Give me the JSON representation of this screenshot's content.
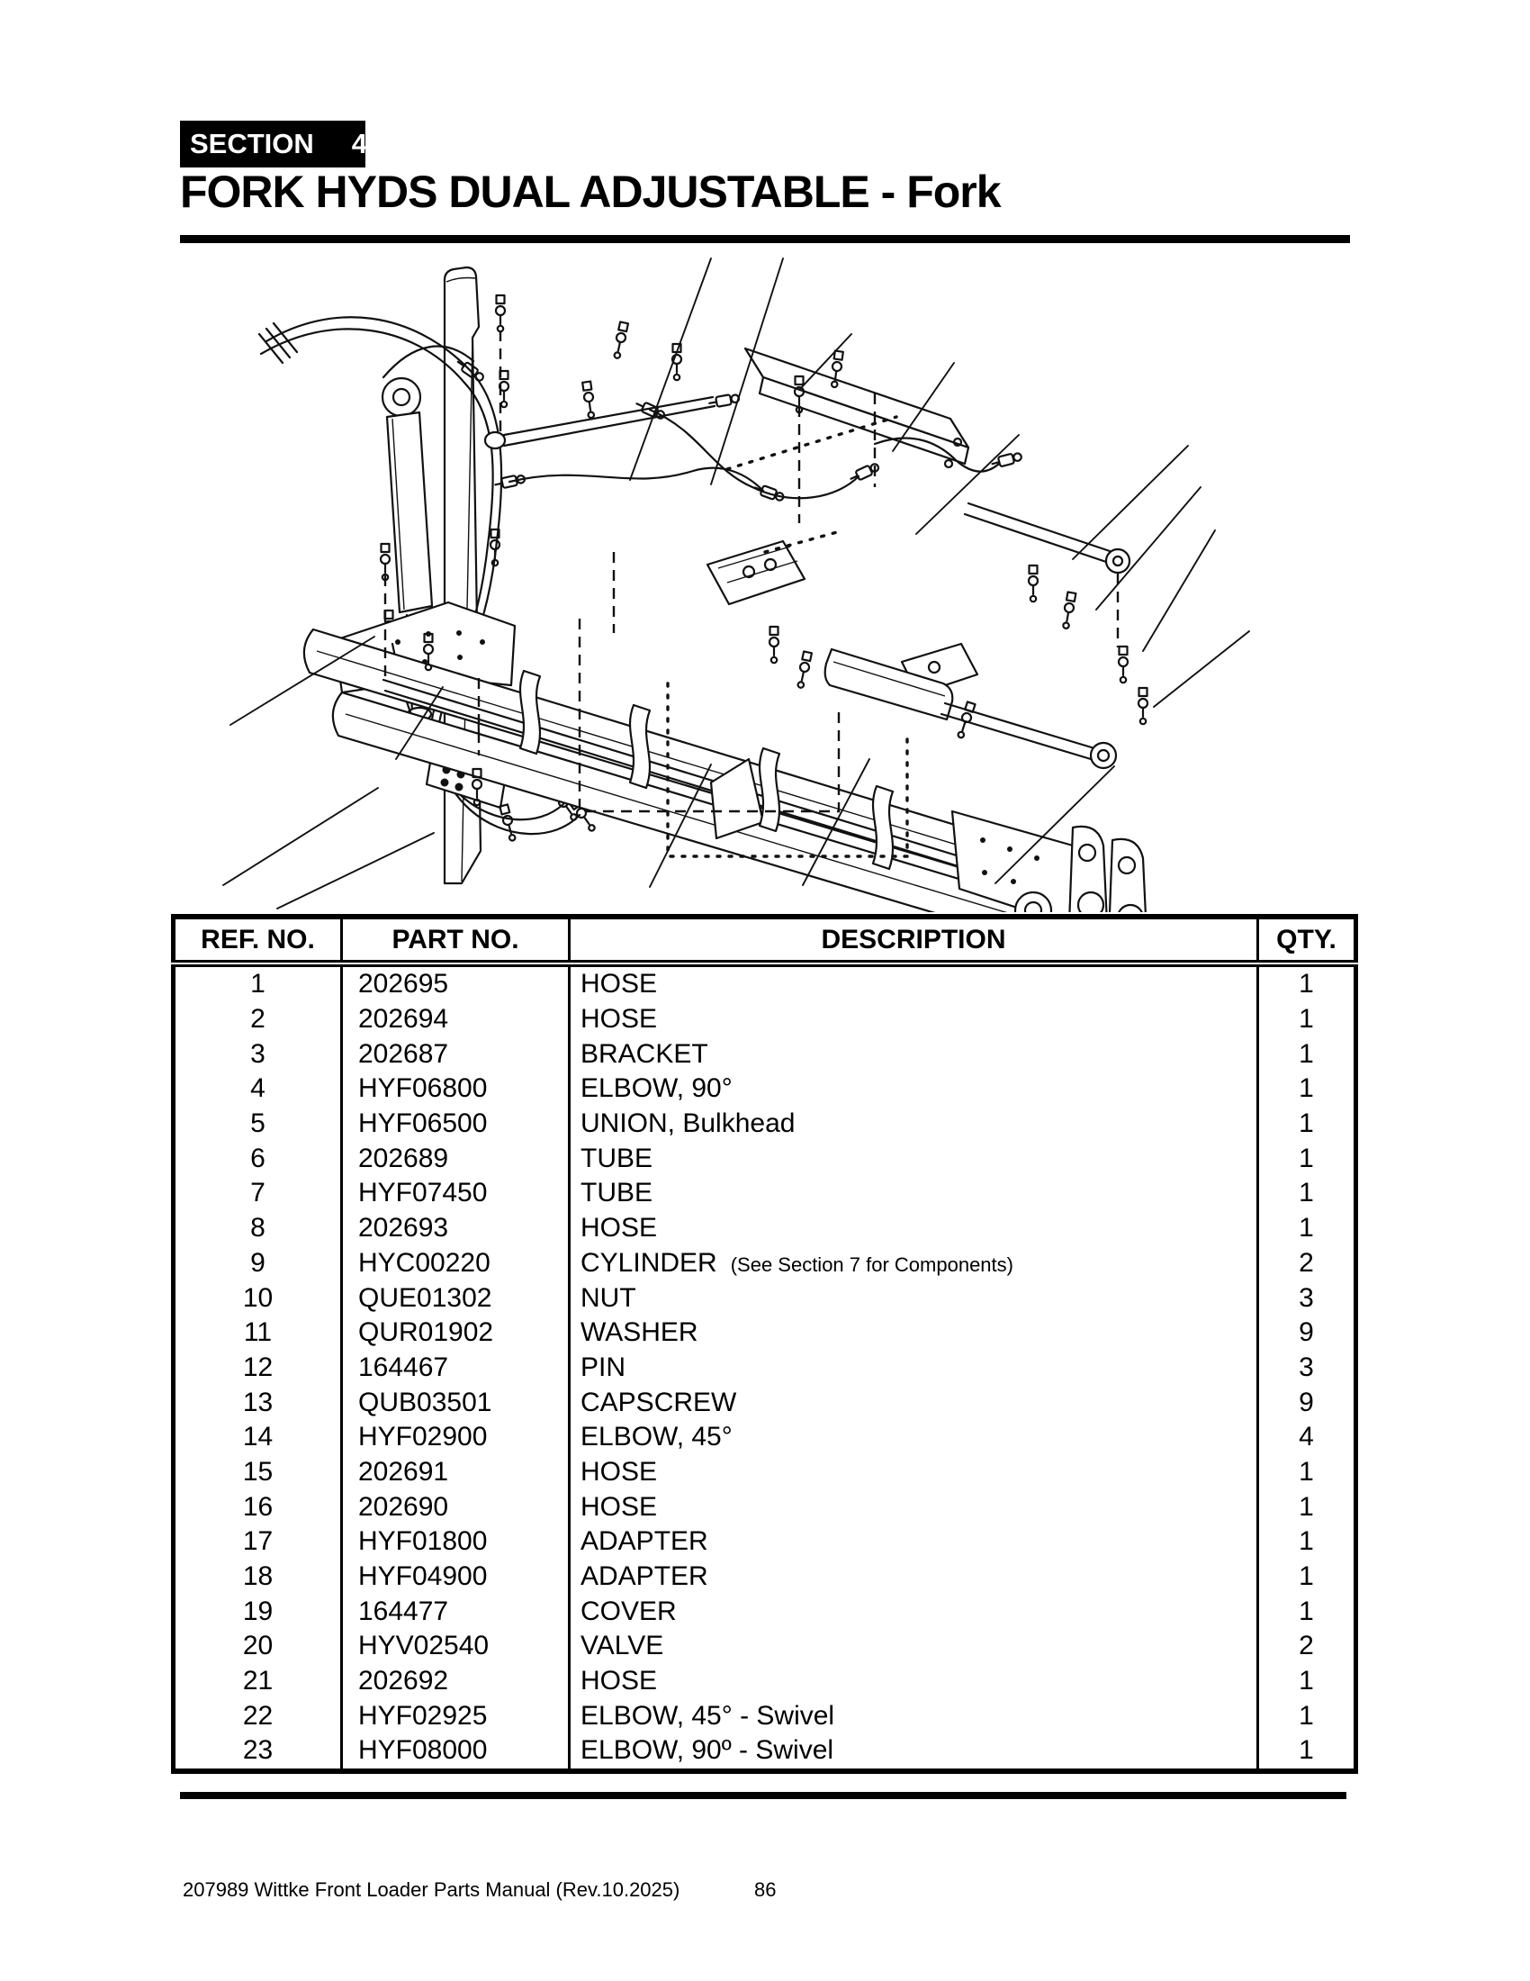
{
  "header": {
    "section_label": "SECTION",
    "section_number": "4",
    "title": "FORK HYDS DUAL ADJUSTABLE - Fork"
  },
  "table": {
    "headers": [
      "REF. NO.",
      "PART NO.",
      "DESCRIPTION",
      "QTY."
    ],
    "rows": [
      {
        "ref": "1",
        "part": "202695",
        "desc": "HOSE",
        "qty": "1"
      },
      {
        "ref": "2",
        "part": "202694",
        "desc": "HOSE",
        "qty": "1"
      },
      {
        "ref": "3",
        "part": "202687",
        "desc": "BRACKET",
        "qty": "1"
      },
      {
        "ref": "4",
        "part": "HYF06800",
        "desc": "ELBOW, 90°",
        "qty": "1"
      },
      {
        "ref": "5",
        "part": "HYF06500",
        "desc": "UNION, Bulkhead",
        "qty": "1"
      },
      {
        "ref": "6",
        "part": "202689",
        "desc": "TUBE",
        "qty": "1"
      },
      {
        "ref": "7",
        "part": "HYF07450",
        "desc": "TUBE",
        "qty": "1"
      },
      {
        "ref": "8",
        "part": "202693",
        "desc": "HOSE",
        "qty": "1"
      },
      {
        "ref": "9",
        "part": "HYC00220",
        "desc": "CYLINDER",
        "note": "(See Section 7 for Components)",
        "qty": "2"
      },
      {
        "ref": "10",
        "part": "QUE01302",
        "desc": "NUT",
        "qty": "3"
      },
      {
        "ref": "11",
        "part": "QUR01902",
        "desc": "WASHER",
        "qty": "9"
      },
      {
        "ref": "12",
        "part": "164467",
        "desc": "PIN",
        "qty": "3"
      },
      {
        "ref": "13",
        "part": "QUB03501",
        "desc": "CAPSCREW",
        "qty": "9"
      },
      {
        "ref": "14",
        "part": "HYF02900",
        "desc": "ELBOW, 45°",
        "qty": "4"
      },
      {
        "ref": "15",
        "part": "202691",
        "desc": "HOSE",
        "qty": "1"
      },
      {
        "ref": "16",
        "part": "202690",
        "desc": "HOSE",
        "qty": "1"
      },
      {
        "ref": "17",
        "part": "HYF01800",
        "desc": "ADAPTER",
        "qty": "1"
      },
      {
        "ref": "18",
        "part": "HYF04900",
        "desc": "ADAPTER",
        "qty": "1"
      },
      {
        "ref": "19",
        "part": "164477",
        "desc": "COVER",
        "qty": "1"
      },
      {
        "ref": "20",
        "part": "HYV02540",
        "desc": "VALVE",
        "qty": "2"
      },
      {
        "ref": "21",
        "part": "202692",
        "desc": "HOSE",
        "qty": "1"
      },
      {
        "ref": "22",
        "part": "HYF02925",
        "desc": "ELBOW, 45° - Swivel",
        "qty": "1"
      },
      {
        "ref": "23",
        "part": "HYF08000",
        "desc": "ELBOW, 90º - Swivel",
        "qty": "1"
      }
    ]
  },
  "footer": {
    "manual_title": "207989 Wittke Front Loader Parts Manual (Rev.10.2025)",
    "page_number": "86"
  }
}
